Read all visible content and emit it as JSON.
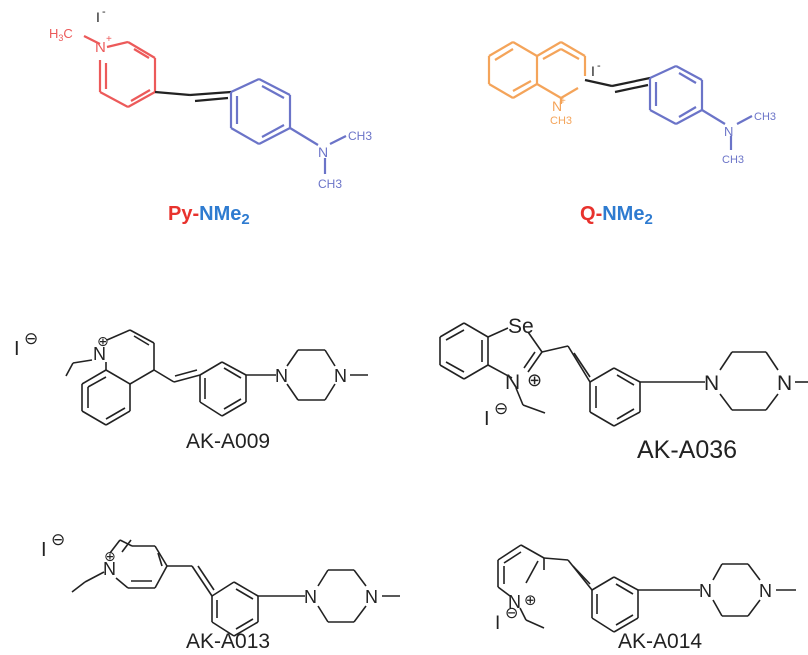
{
  "colors": {
    "pyridinium": "#ec5a5a",
    "amine": "#6b74c8",
    "quinolinium": "#f4a45a",
    "bond": "#222222",
    "label_py": "#e8322d",
    "label_nme2": "#2e7bd0",
    "label_q": "#e8322d"
  },
  "top_left": {
    "counter_ion": "I",
    "counter_charge": "-",
    "methyl_label": "H3C",
    "methyl_sub_h": "H",
    "methyl_sub_3": "3",
    "methyl_sub_c": "C",
    "n_atom": "N",
    "n_charge": "+",
    "amine_n": "N",
    "amine_methyl_1": "CH3",
    "amine_methyl_2": "CH3",
    "name_part1": "Py",
    "name_dash": "-",
    "name_part2": "NMe",
    "name_sub": "2"
  },
  "top_right": {
    "counter_ion": "I",
    "counter_charge": "-",
    "n_atom": "N",
    "n_charge": "+",
    "n_methyl": "CH3",
    "amine_n": "N",
    "amine_methyl_1": "CH3",
    "amine_methyl_2": "CH3",
    "name_part1": "Q",
    "name_dash": "-",
    "name_part2": "NMe",
    "name_sub": "2"
  },
  "compounds": [
    {
      "code": "AK-A009",
      "counter_ion": "I",
      "charge": "⊖",
      "n_charge": "⊕",
      "atoms": [
        "N",
        "N",
        "N"
      ]
    },
    {
      "code": "AK-A036",
      "counter_ion": "I",
      "charge": "⊖",
      "n_charge": "⊕",
      "atoms": [
        "Se",
        "N",
        "N",
        "N"
      ]
    },
    {
      "code": "AK-A013",
      "counter_ion": "I",
      "charge": "⊖",
      "n_charge": "⊕",
      "atoms": [
        "N",
        "N",
        "N"
      ]
    },
    {
      "code": "AK-A014",
      "counter_ion": "I",
      "charge": "⊖",
      "n_charge": "⊕",
      "atoms": [
        "N",
        "N",
        "N"
      ]
    }
  ]
}
